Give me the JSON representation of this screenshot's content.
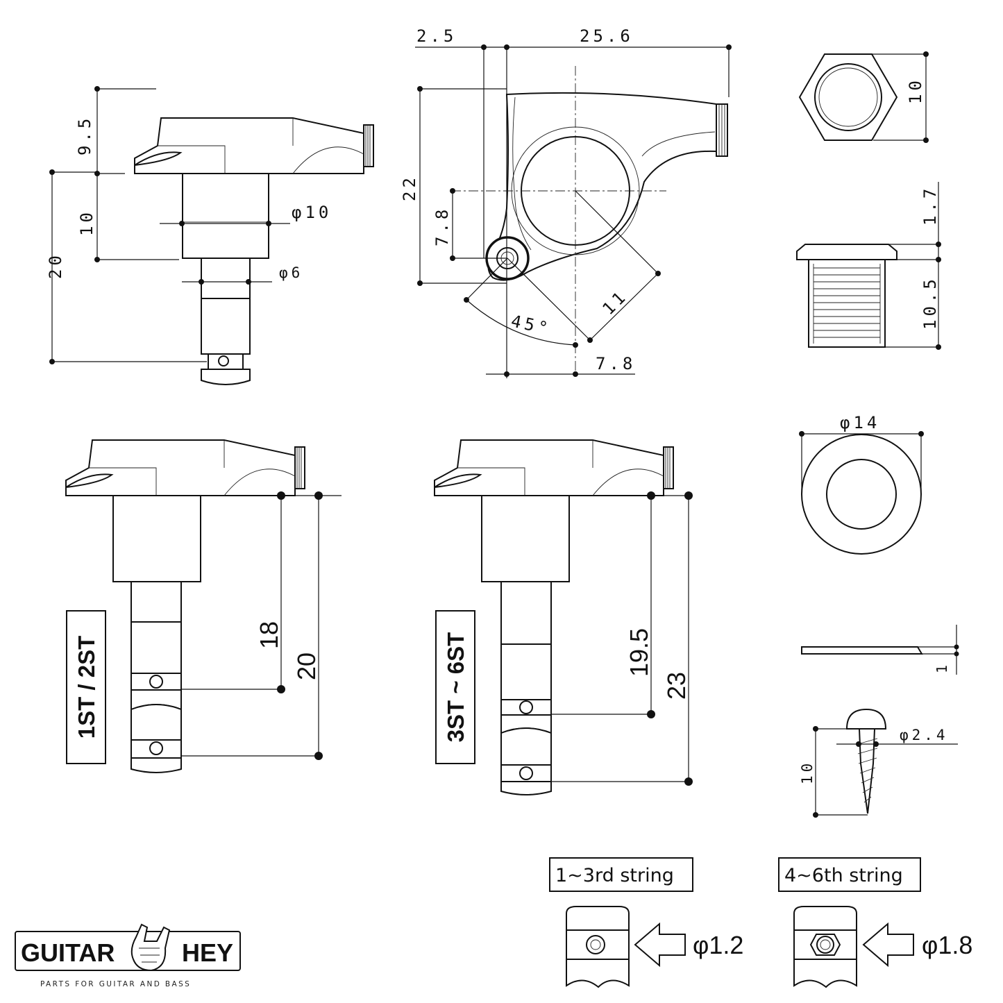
{
  "dimensions": {
    "top_left": {
      "d95": "9.5",
      "d10": "10",
      "d20": "20",
      "dia10": "φ10",
      "dia6": "φ6"
    },
    "top_center": {
      "d25": "2.5",
      "d256": "25.6",
      "d22": "22",
      "d78a": "7.8",
      "d11": "11",
      "d45": "45°",
      "d78b": "7.8"
    },
    "bushing": {
      "d10": "10",
      "d17": "1.7",
      "d105": "10.5"
    },
    "washer": {
      "dia14": "φ14",
      "d1": "1"
    },
    "screw": {
      "d10": "10",
      "dia24": "φ2.4"
    },
    "short_post": {
      "d18": "18",
      "d20": "20"
    },
    "long_post": {
      "d195": "19.5",
      "d23": "23"
    },
    "string_hole_small": {
      "dia": "φ1.2"
    },
    "string_hole_large": {
      "dia": "φ1.8"
    }
  },
  "labels": {
    "short_post": "1ST / 2ST",
    "long_post": "3ST ~ 6ST",
    "strings_1_3": "1~3rd string",
    "strings_4_6": "4~6th string"
  },
  "logo": {
    "left": "GUITAR",
    "right": "HEY",
    "tagline": "PARTS FOR GUITAR AND BASS"
  },
  "colors": {
    "ink": "#111111",
    "background": "#ffffff"
  }
}
